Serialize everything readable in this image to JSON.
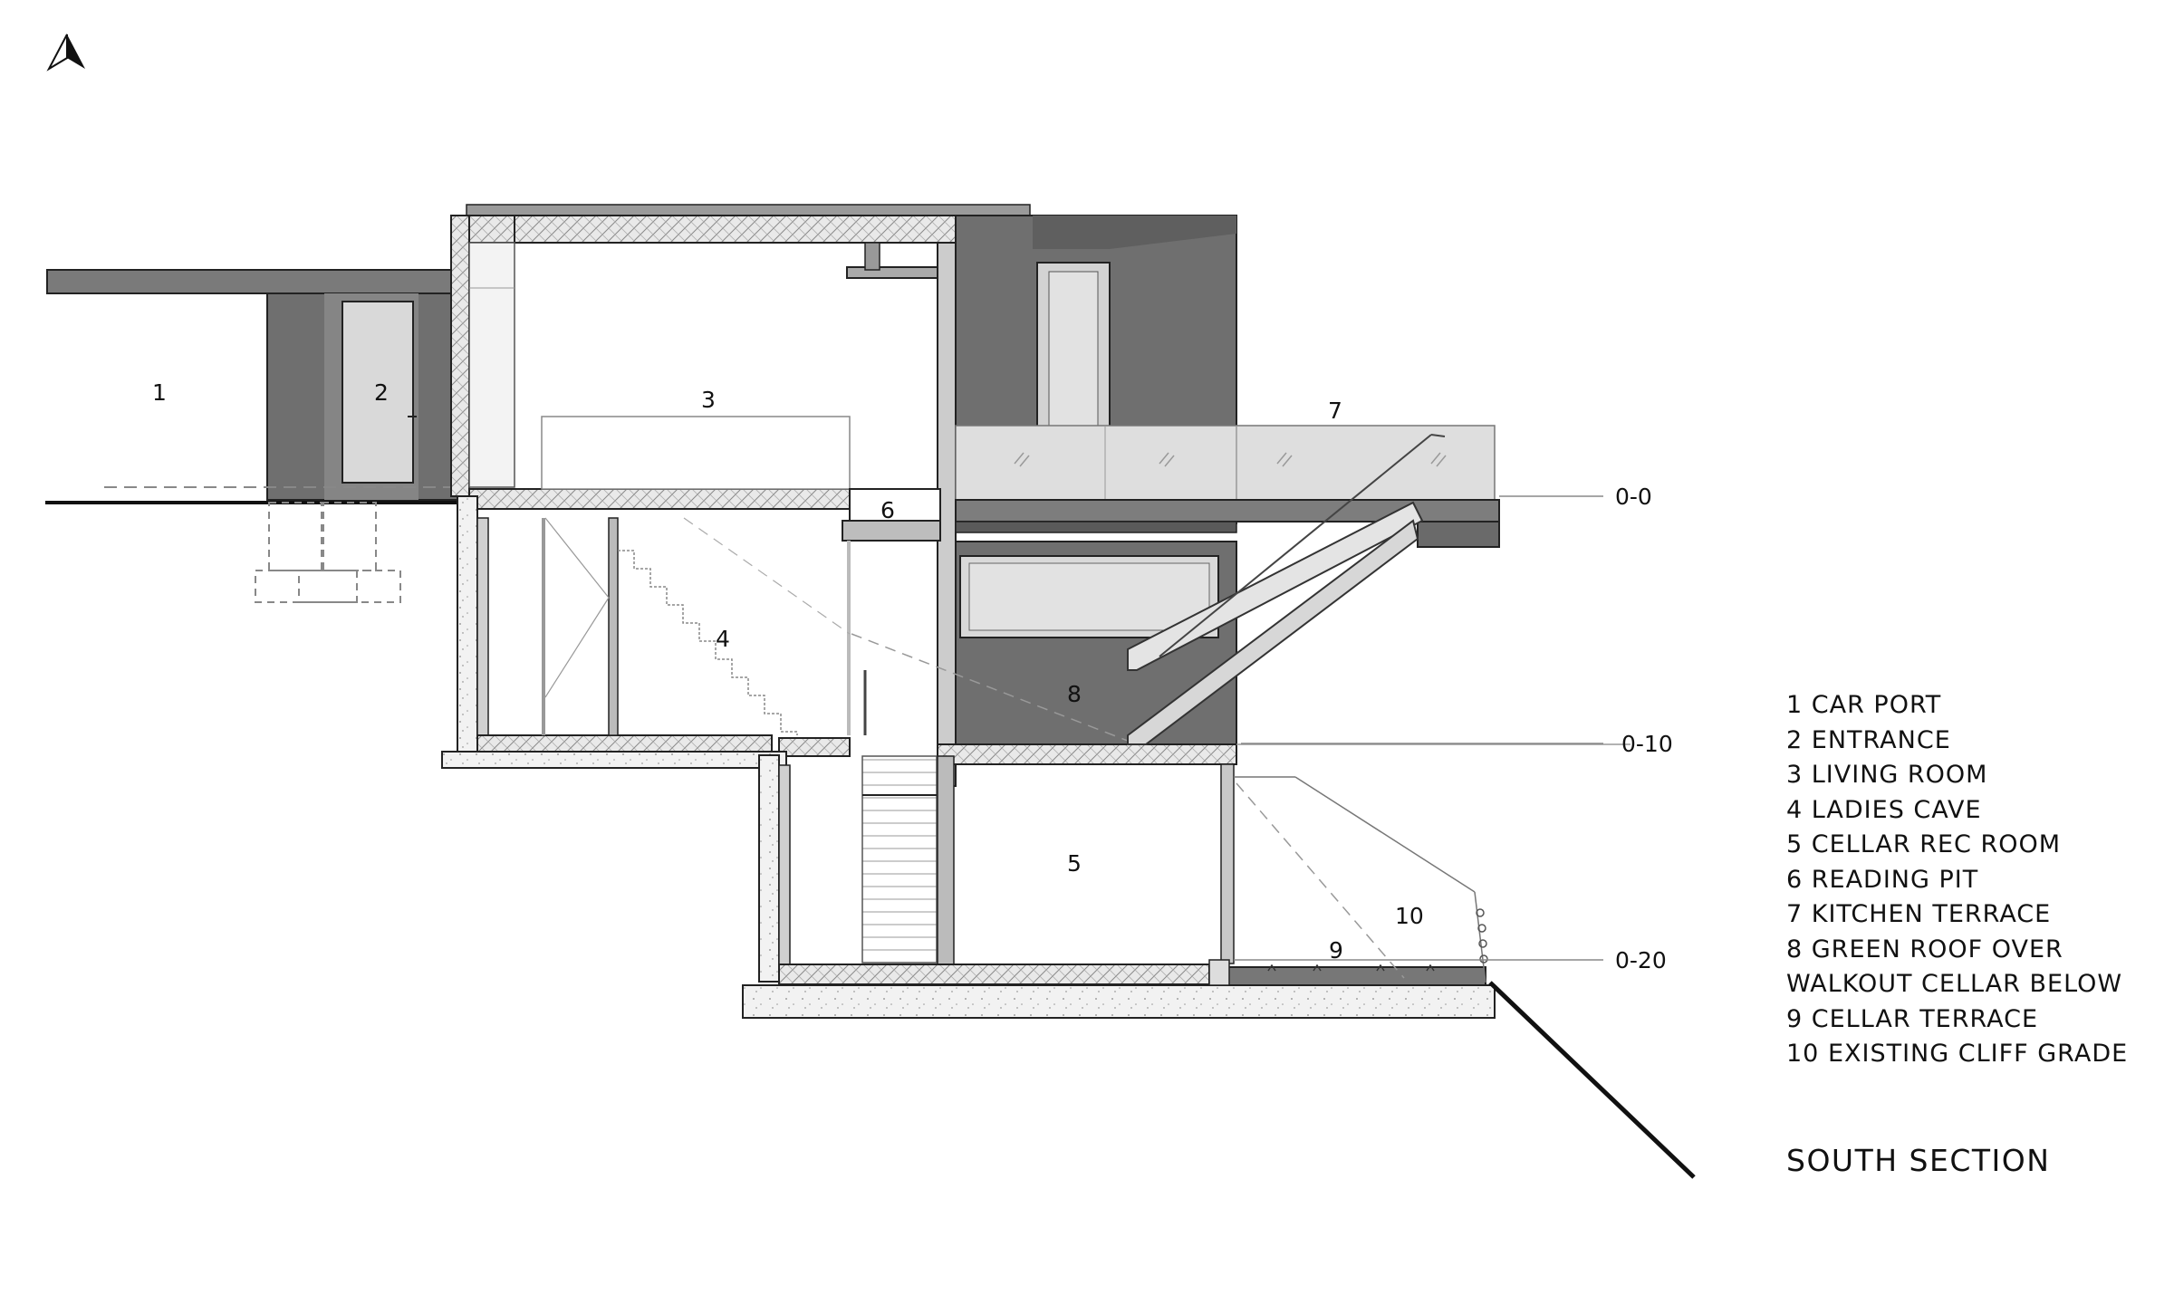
{
  "room_labels": {
    "r1": "1",
    "r2": "2",
    "r3": "3",
    "r4": "4",
    "r5": "5",
    "r6": "6",
    "r7": "7",
    "r8": "8",
    "r9": "9",
    "r10": "10"
  },
  "levels": {
    "top": "0-0",
    "mid": "0-10",
    "bottom": "0-20"
  },
  "legend": [
    "1 CAR PORT",
    "2 ENTRANCE",
    "3 LIVING ROOM",
    "4 LADIES CAVE",
    "5 CELLAR REC ROOM",
    "6 READING PIT",
    "7 KITCHEN TERRACE",
    "8 GREEN ROOF OVER",
    "WALKOUT CELLAR BELOW",
    "9 CELLAR TERRACE",
    "10 EXISTING CLIFF GRADE"
  ],
  "title": "SOUTH SECTION",
  "icons": {
    "north": "north-arrow-icon"
  },
  "colors": {
    "line": "#1a1a1a",
    "wall_dark": "#6f6f6f",
    "glass": "#d9d9d9",
    "slab": "#e6e6e6"
  }
}
